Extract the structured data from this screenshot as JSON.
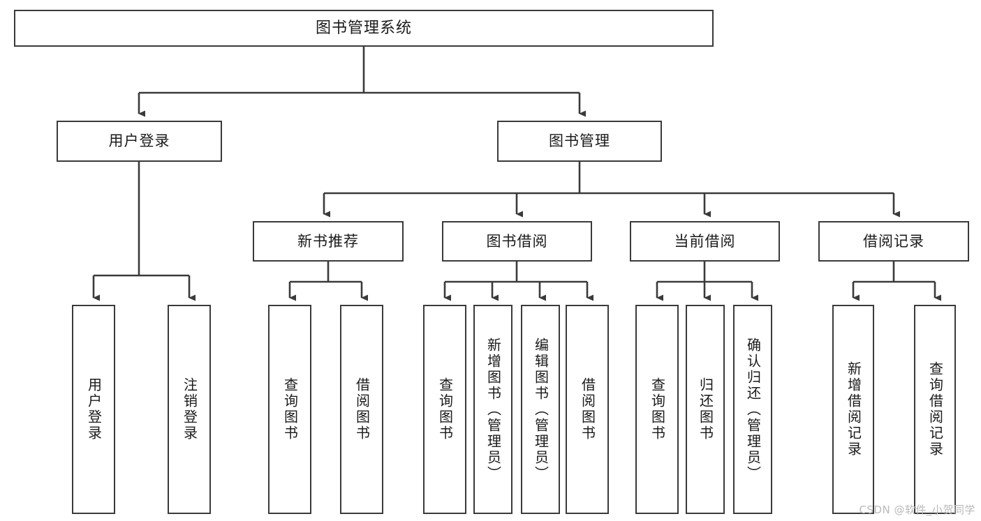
{
  "diagram": {
    "title": "图书管理系统",
    "type": "tree-hierarchy",
    "background_color": "#ffffff",
    "node_border_color": "#3a3a3a",
    "edge_color": "#3a3a3a",
    "text_color": "#1a1a1a"
  },
  "root": {
    "label": "图书管理系统"
  },
  "level1": [
    {
      "label": "用户登录"
    },
    {
      "label": "图书管理"
    }
  ],
  "level2": [
    {
      "label": "新书推荐"
    },
    {
      "label": "图书借阅"
    },
    {
      "label": "当前借阅"
    },
    {
      "label": "借阅记录"
    }
  ],
  "leaves": {
    "user_login": [
      {
        "label": "用户登录"
      },
      {
        "label": "注销登录"
      }
    ],
    "new_book": [
      {
        "label": "查询图书"
      },
      {
        "label": "借阅图书"
      }
    ],
    "book_borrow": [
      {
        "label": "查询图书"
      },
      {
        "label": "新增图书（管理员）"
      },
      {
        "label": "编辑图书（管理员）"
      },
      {
        "label": "借阅图书"
      }
    ],
    "current_borrow": [
      {
        "label": "查询图书"
      },
      {
        "label": "归还图书"
      },
      {
        "label": "确认归还（管理员）"
      }
    ],
    "borrow_record": [
      {
        "label": "新增借阅记录"
      },
      {
        "label": "查询借阅记录"
      }
    ]
  },
  "watermark": {
    "text": "CSDN @软件_小贺同学",
    "color": "#b9b9b9"
  }
}
